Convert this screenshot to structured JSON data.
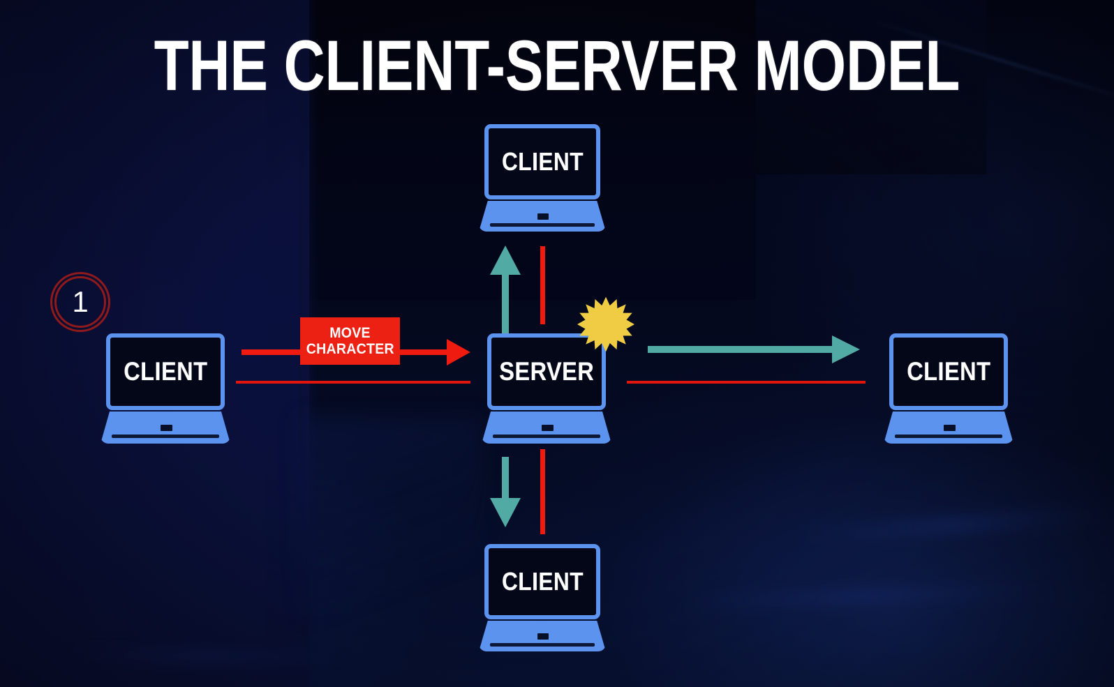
{
  "slide": {
    "title": "THE CLIENT-SERVER MODEL",
    "step_number": "1"
  },
  "colors": {
    "device_blue": "#5B93EE",
    "screen_dark": "#030718",
    "accent_red": "#EF1A10",
    "tag_red": "#EC2114",
    "teal": "#52AAA4",
    "starburst_yellow": "#F0CC44",
    "badge_ring_red": "#8F1A1C",
    "background_navy": "#050A20",
    "background_left_panel": "#0A1038",
    "text_white": "#FFFFFF"
  },
  "nodes": {
    "client_top": {
      "label": "CLIENT",
      "icon": "laptop-icon"
    },
    "client_left": {
      "label": "CLIENT",
      "icon": "laptop-icon"
    },
    "server": {
      "label": "SERVER",
      "icon": "laptop-icon"
    },
    "client_right": {
      "label": "CLIENT",
      "icon": "laptop-icon"
    },
    "client_bottom": {
      "label": "CLIENT",
      "icon": "laptop-icon"
    }
  },
  "annotations": {
    "move_tag_line1": "MOVE",
    "move_tag_line2": "CHARACTER",
    "starburst": "starburst-icon"
  },
  "connectors": [
    {
      "name": "client-left-to-server-request",
      "color": "#EF1A10",
      "direction": "right",
      "style": "arrow"
    },
    {
      "name": "client-left-to-server-return",
      "color": "#E2150D",
      "direction": "left",
      "style": "line"
    },
    {
      "name": "server-to-client-top",
      "color": "#52AAA4",
      "direction": "up",
      "style": "arrow"
    },
    {
      "name": "client-top-to-server",
      "color": "#EF1A10",
      "direction": "down",
      "style": "line"
    },
    {
      "name": "server-to-client-bottom",
      "color": "#52AAA4",
      "direction": "down",
      "style": "arrow"
    },
    {
      "name": "client-bottom-to-server",
      "color": "#EF1A10",
      "direction": "up",
      "style": "line"
    },
    {
      "name": "server-to-client-right",
      "color": "#52AAA4",
      "direction": "right",
      "style": "arrow"
    },
    {
      "name": "client-right-to-server",
      "color": "#E2150D",
      "direction": "left",
      "style": "line"
    }
  ]
}
